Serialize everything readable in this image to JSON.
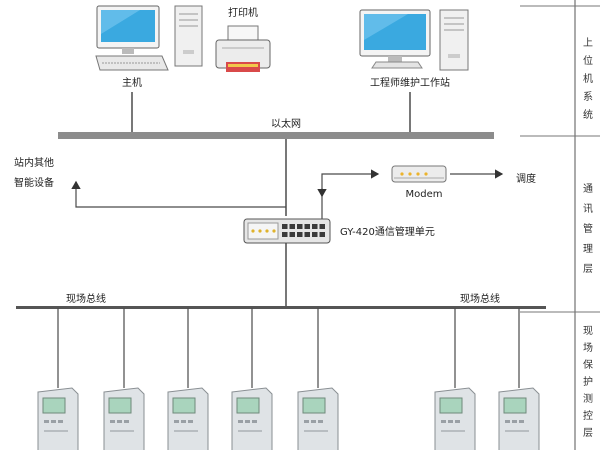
{
  "nodes": {
    "host": "主机",
    "printer": "打印机",
    "engineer_station": "工程师维护工作站",
    "ethernet": "以太网",
    "station_other": [
      "站内其他",
      "智能设备"
    ],
    "modem": "Modem",
    "dispatch": "调度",
    "comm_unit": "GY-420通信管理单元",
    "field_bus_left": "现场总线",
    "field_bus_right": "现场总线"
  },
  "layers": {
    "upper": [
      "上",
      "位",
      "机",
      "系",
      "统"
    ],
    "comm": [
      "通",
      "讯",
      "管",
      "理",
      "层"
    ],
    "field": [
      "现",
      "场",
      "保",
      "护",
      "测",
      "控",
      "层"
    ]
  },
  "icons": {
    "monitor": "monitor-icon",
    "tower": "pc-tower-icon",
    "printer": "printer-icon",
    "modem": "modem-icon",
    "switch": "network-switch-icon",
    "relay": "protection-relay-icon"
  },
  "colors": {
    "bus": "#8c8c8c",
    "line": "#4a4a4a",
    "screen": "#3aa9e0",
    "device": "#dfe3e6",
    "relay_screen": "#a9d4bd"
  },
  "relay_count": 7
}
